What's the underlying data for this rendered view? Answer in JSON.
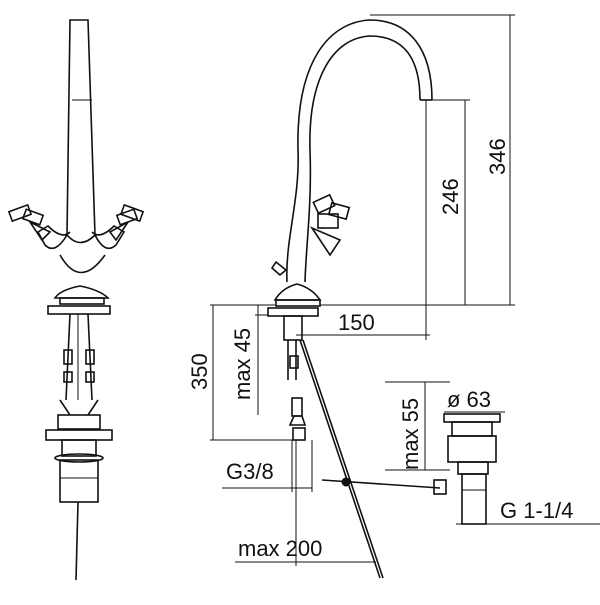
{
  "dimensions": {
    "total_height": "346",
    "spout_height": "246",
    "spout_reach": "150",
    "below_deck": "350",
    "deck_thickness": "max 45",
    "drain_thickness": "max 55",
    "drain_diameter": "ø 63",
    "inlet_thread": "G3/8",
    "drain_thread": "G 1-1/4",
    "rod_reach": "max 200"
  },
  "colors": {
    "ink": "#111111",
    "paper": "#ffffff"
  }
}
